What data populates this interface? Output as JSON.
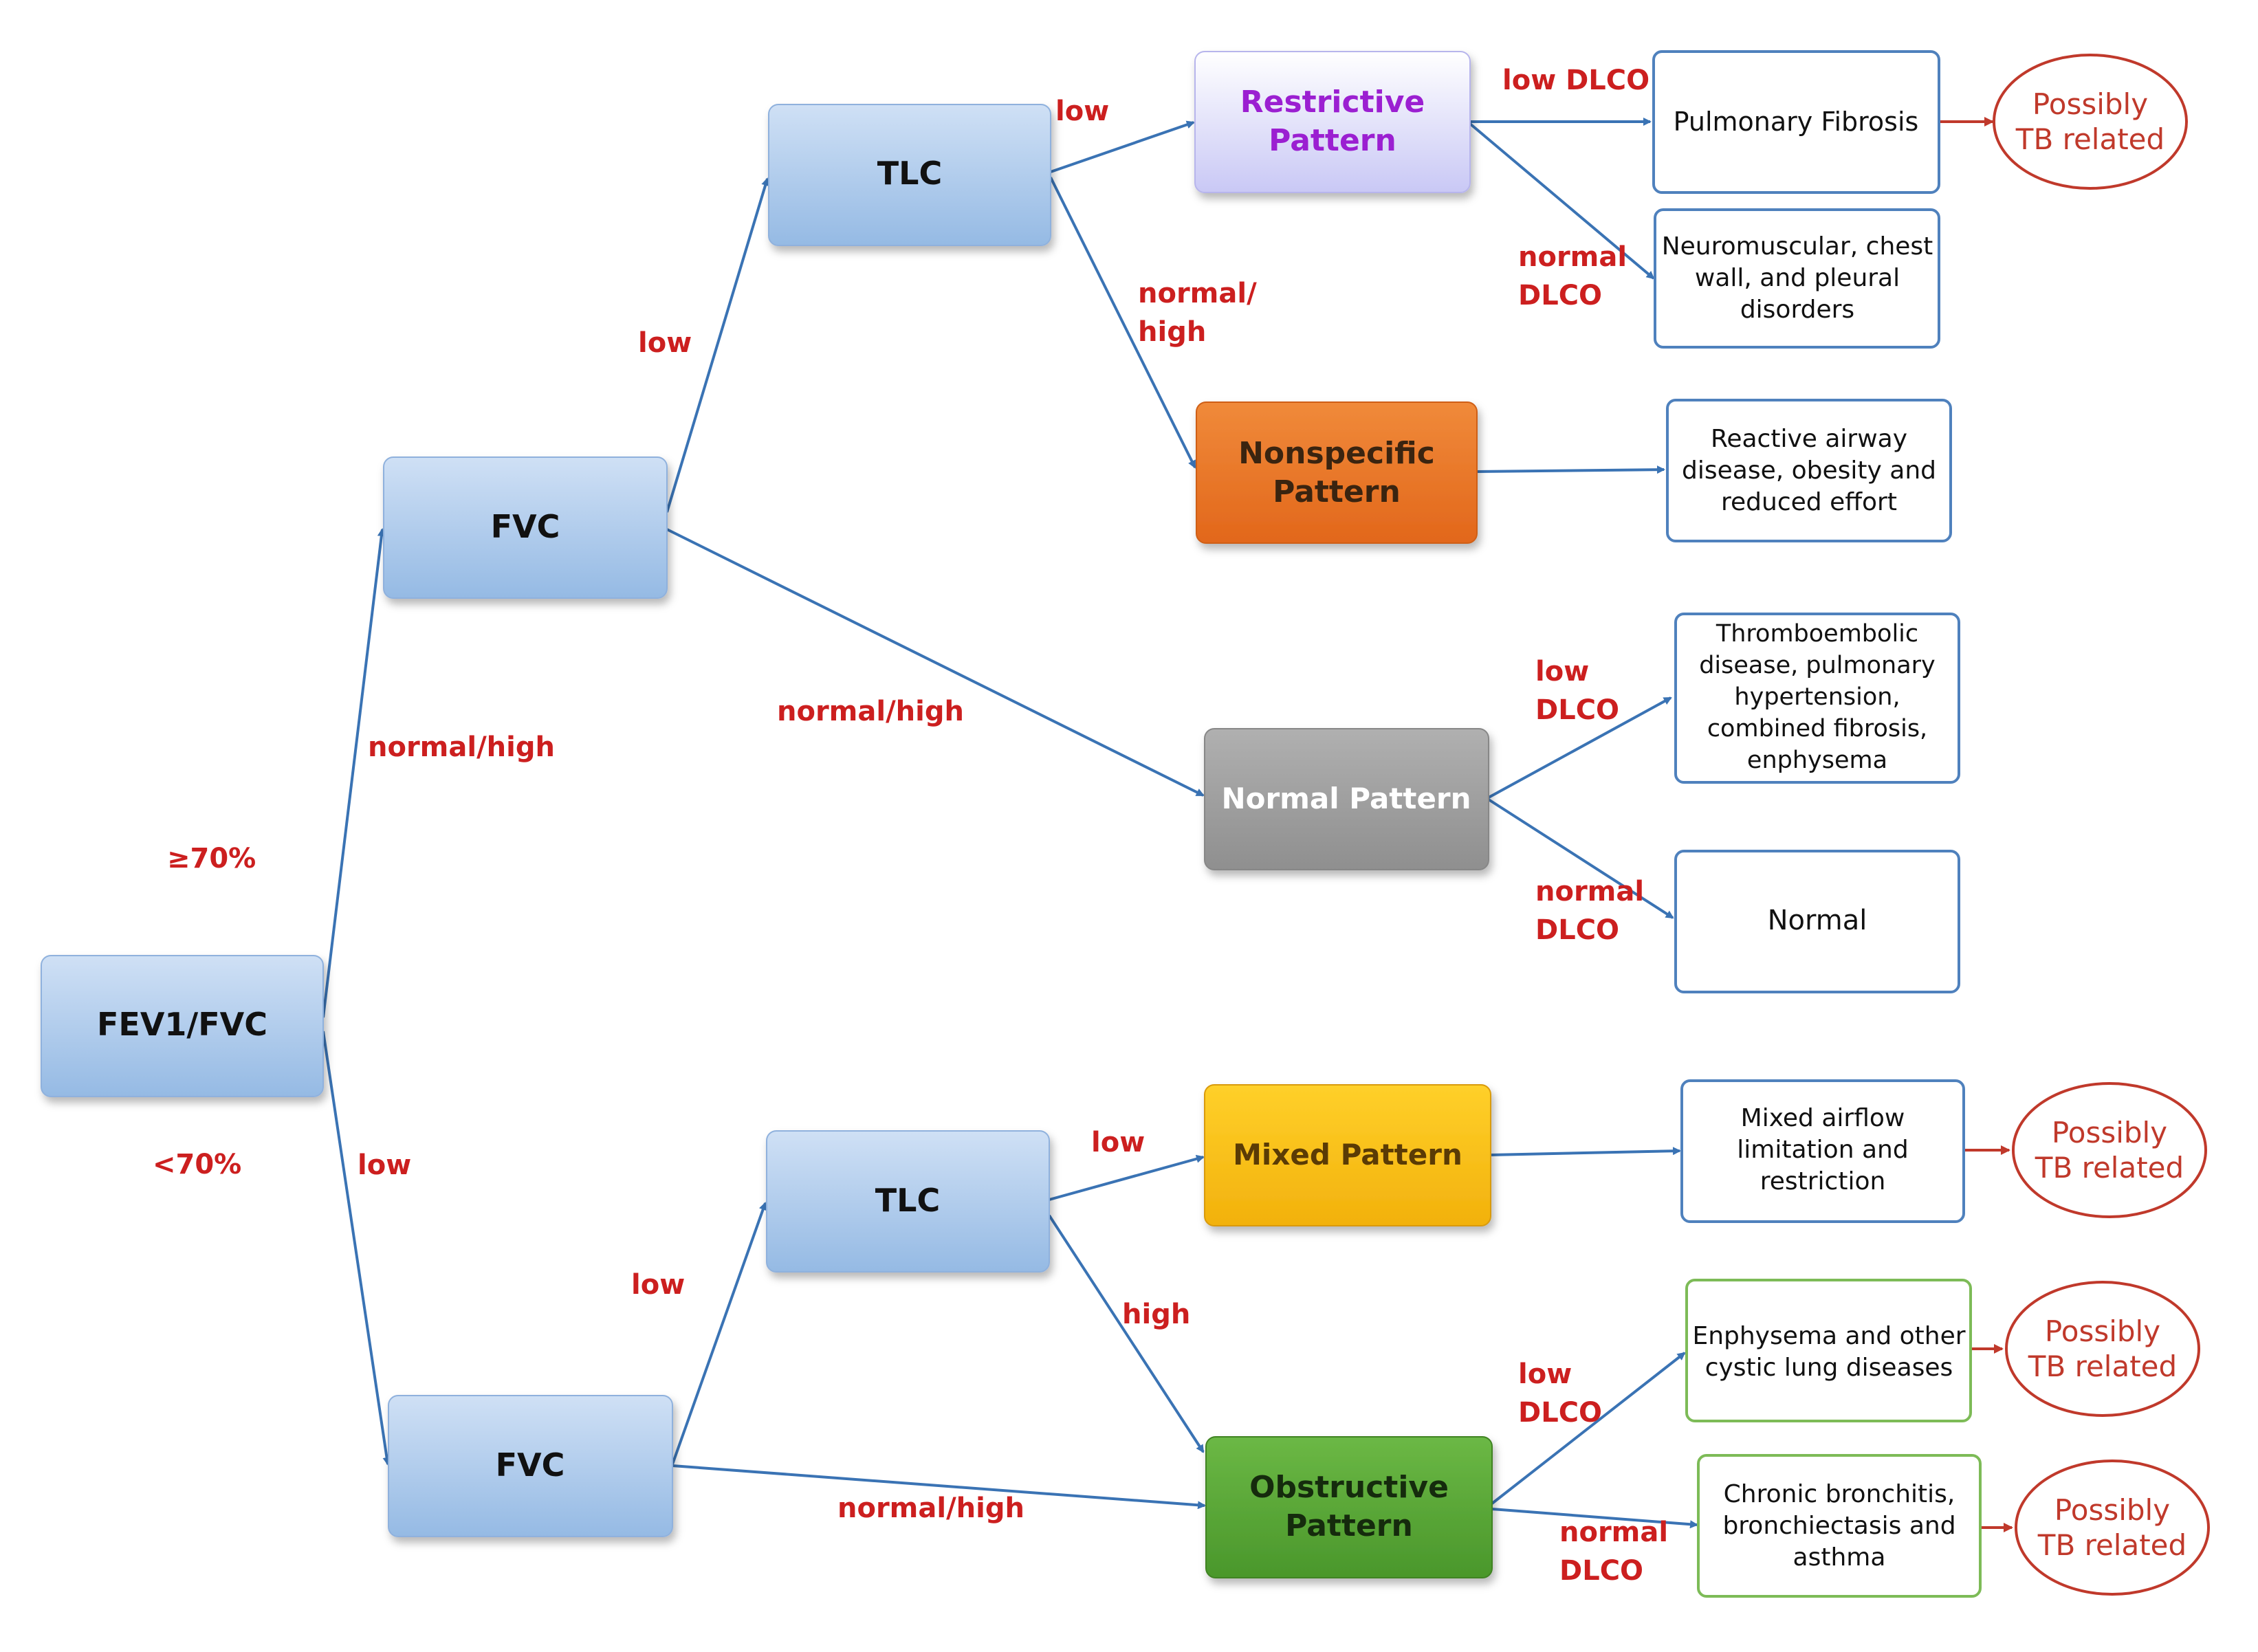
{
  "nodes": {
    "fev1_fvc": "FEV1/FVC",
    "fvc_top": "FVC",
    "tlc_top": "TLC",
    "fvc_bottom": "FVC",
    "tlc_bottom": "TLC",
    "restrictive": [
      "Restrictive",
      "Pattern"
    ],
    "nonspecific": [
      "Nonspecific",
      "Pattern"
    ],
    "normal_pattern": "Normal Pattern",
    "mixed": "Mixed Pattern",
    "obstructive": [
      "Obstructive",
      "Pattern"
    ]
  },
  "outcomes": {
    "pulmonary_fibrosis": [
      "Pulmonary Fibrosis"
    ],
    "neuromuscular": [
      "Neuromuscular, chest",
      "wall, and pleural",
      "disorders"
    ],
    "reactive_airway": [
      "Reactive airway",
      "disease, obesity and",
      "reduced effort"
    ],
    "thromboembolic": [
      "Thromboembolic",
      "disease, pulmonary",
      "hypertension,",
      "combined fibrosis,",
      "enphysema"
    ],
    "normal": [
      "Normal"
    ],
    "mixed_airflow": [
      "Mixed airflow",
      "limitation and",
      "restriction"
    ],
    "enphysema": [
      "Enphysema and other",
      "cystic lung diseases"
    ],
    "chronic_bronchitis": [
      "Chronic bronchitis,",
      "bronchiectasis and",
      "asthma"
    ]
  },
  "tb_label": [
    "Possibly",
    "TB related"
  ],
  "edge_labels": {
    "ge70": "≥70%",
    "lt70": "<70%",
    "fev_normal_high": "normal/high",
    "fev_low": "low",
    "fvc_top_low": "low",
    "fvc_top_normal_high": "normal/high",
    "tlc_top_low": "low",
    "tlc_top_normal_high": [
      "normal/",
      "high"
    ],
    "restrictive_low_dlco": "low DLCO",
    "restrictive_normal_dlco": [
      "normal",
      "DLCO"
    ],
    "normal_low_dlco": [
      "low",
      "DLCO"
    ],
    "normal_normal_dlco": [
      "normal",
      "DLCO"
    ],
    "fvc_bottom_low": "low",
    "fvc_bottom_normal_high": "normal/high",
    "tlc_bottom_low": "low",
    "tlc_bottom_high": "high",
    "obstructive_low_dlco": [
      "low",
      "DLCO"
    ],
    "obstructive_normal_dlco": [
      "normal",
      "DLCO"
    ]
  },
  "colors": {
    "blue_node_top": "#c9dcf3",
    "blue_node_bottom": "#98bde6",
    "arrow_blue": "#3a73b4",
    "arrow_red": "#c0392b",
    "label_red": "#cc1f1f",
    "restrictive_text": "#9b1fd1",
    "nonspecific_fill": "#ec7a2c",
    "normal_fill": "#a3a3a3",
    "mixed_fill": "#f8c21a",
    "obstructive_fill": "#5da93a",
    "outcome_border_blue": "#4f81bd",
    "outcome_border_green": "#7dbb57",
    "tb_ellipse": "#c0392b"
  }
}
